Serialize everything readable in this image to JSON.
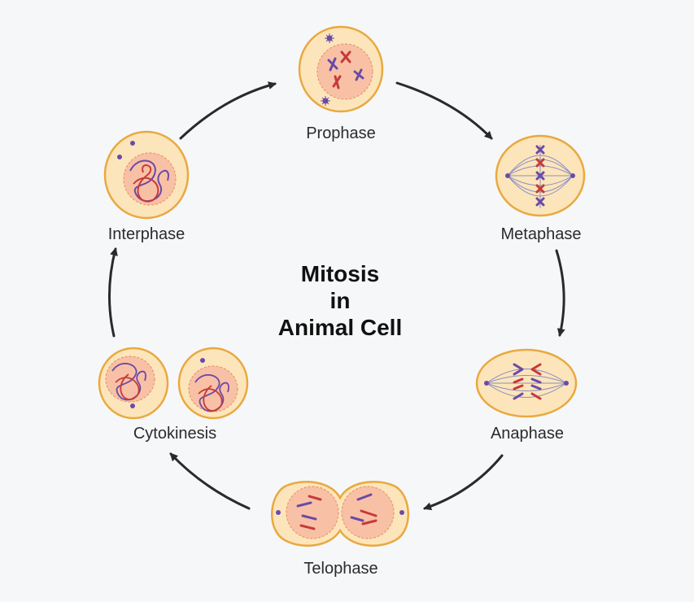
{
  "title": {
    "line1": "Mitosis",
    "line2": "in",
    "line3": "Animal Cell"
  },
  "stages": {
    "prophase": "Prophase",
    "metaphase": "Metaphase",
    "anaphase": "Anaphase",
    "telophase": "Telophase",
    "cytokinesis": "Cytokinesis",
    "interphase": "Interphase"
  },
  "colors": {
    "background": "#f6f7f9",
    "cytoplasm": "#fde5bb",
    "membrane": "#e9a940",
    "nucleus": "#f8c1a6",
    "nucleus_border": "#e7986f",
    "chromosome_red": "#c73a3a",
    "chromosome_purple": "#6b4aa6",
    "spindle": "#8a8fbf",
    "arrow": "#2a2a2a"
  }
}
